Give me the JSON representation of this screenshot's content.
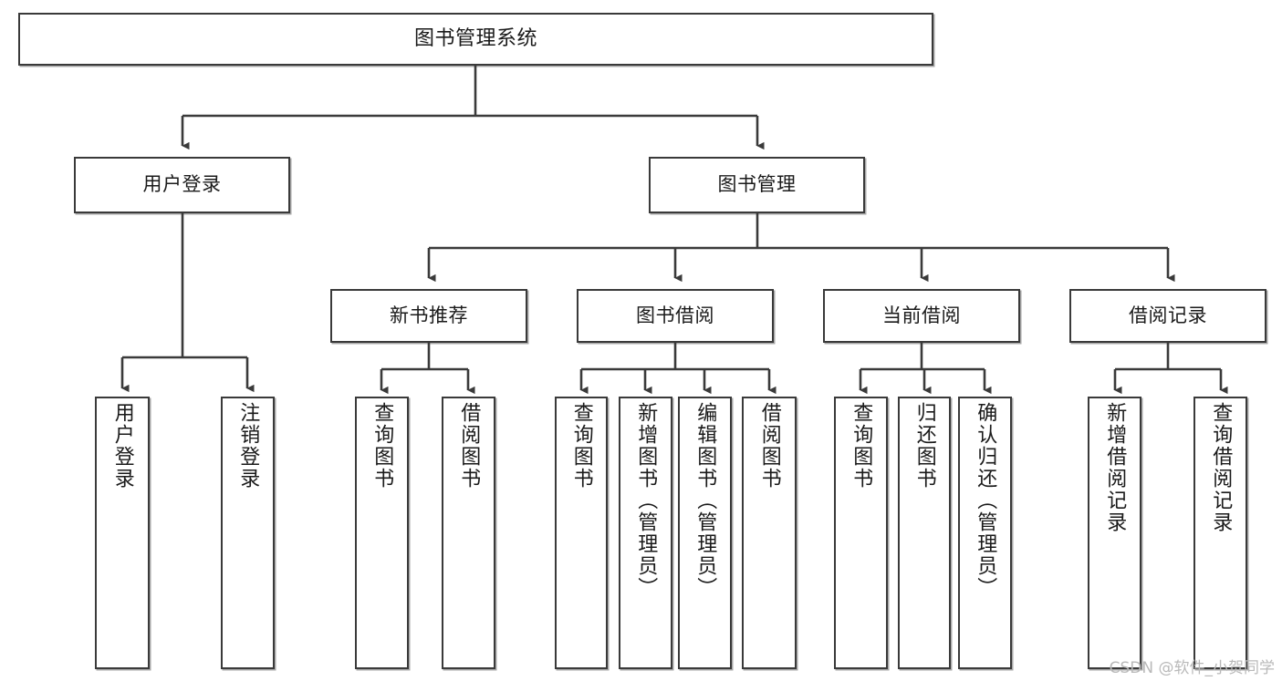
{
  "diagram": {
    "title": "图书管理系统",
    "type": "tree-hierarchy",
    "watermark": "CSDN @软件_小贺同学",
    "levels": {
      "root": "图书管理系统",
      "level2": [
        "用户登录",
        "图书管理"
      ],
      "level3": [
        "新书推荐",
        "图书借阅",
        "当前借阅",
        "借阅记录"
      ]
    },
    "nodes": {
      "root": {
        "label": "图书管理系统"
      },
      "user_login": {
        "label": "用户登录"
      },
      "book_manage": {
        "label": "图书管理"
      },
      "new_book_rec": {
        "label": "新书推荐"
      },
      "book_borrow": {
        "label": "图书借阅"
      },
      "current_borrow": {
        "label": "当前借阅"
      },
      "borrow_record": {
        "label": "借阅记录"
      },
      "leaf_user_login": {
        "label": "用户登录"
      },
      "leaf_logout": {
        "label": "注销登录"
      },
      "leaf_query_book_1": {
        "label": "查询图书"
      },
      "leaf_borrow_book_1": {
        "label": "借阅图书"
      },
      "leaf_query_book_2": {
        "label": "查询图书"
      },
      "leaf_add_book_admin": {
        "label": "新增图书（管理员）"
      },
      "leaf_edit_book_admin": {
        "label": "编辑图书（管理员）"
      },
      "leaf_borrow_book_2": {
        "label": "借阅图书"
      },
      "leaf_query_book_3": {
        "label": "查询图书"
      },
      "leaf_return_book": {
        "label": "归还图书"
      },
      "leaf_confirm_return_admin": {
        "label": "确认归还（管理员）"
      },
      "leaf_add_borrow_record": {
        "label": "新增借阅记录"
      },
      "leaf_query_borrow_record": {
        "label": "查询借阅记录"
      }
    },
    "colors": {
      "stroke": "#3a3a3a",
      "fill": "#ffffff",
      "text": "#1a1a1a",
      "watermark": "#b9b9b9"
    }
  }
}
